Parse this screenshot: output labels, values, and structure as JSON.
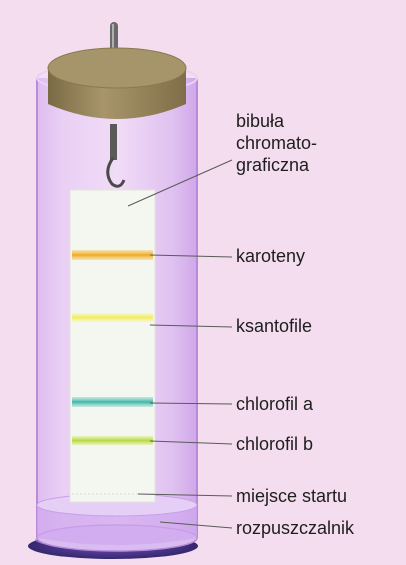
{
  "labels": {
    "paper_line1": "bibuła",
    "paper_line2": "chromato-",
    "paper_line3": "graficzna",
    "carotenes": "karoteny",
    "xanthophylls": "ksantofile",
    "chlorophyll_a": "chlorofil a",
    "chlorophyll_b": "chlorofil b",
    "start_line": "miejsce startu",
    "solvent": "rozpuszczalnik"
  },
  "colors": {
    "background": "#f3ddef",
    "cylinder": "#c99ee8",
    "stopper": "#9c8a60",
    "carotene_band": "#f0a820",
    "xanthophyll_band": "#f2ee58",
    "chlorophyll_a_band": "#3fb6a8",
    "chlorophyll_b_band": "#b4d83a",
    "base": "#3a2a78"
  }
}
